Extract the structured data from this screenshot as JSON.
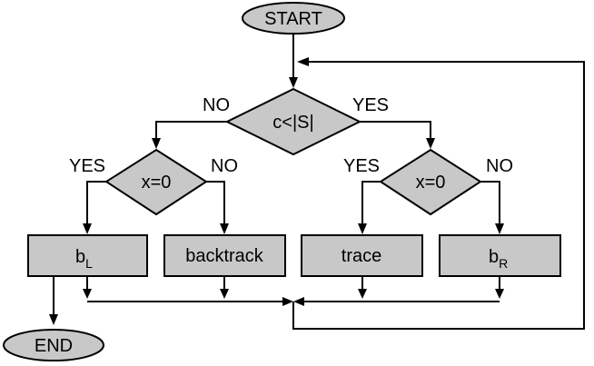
{
  "start_label": "START",
  "end_label": "END",
  "decision_top": {
    "text": "c<|S|",
    "no": "NO",
    "yes": "YES"
  },
  "decision_left": {
    "text": "x=0",
    "yes": "YES",
    "no": "NO"
  },
  "decision_right": {
    "text": "x=0",
    "yes": "YES",
    "no": "NO"
  },
  "box_bl": {
    "base": "b",
    "sub": "L"
  },
  "box_backtrack": "backtrack",
  "box_trace": "trace",
  "box_br": {
    "base": "b",
    "sub": "R"
  }
}
